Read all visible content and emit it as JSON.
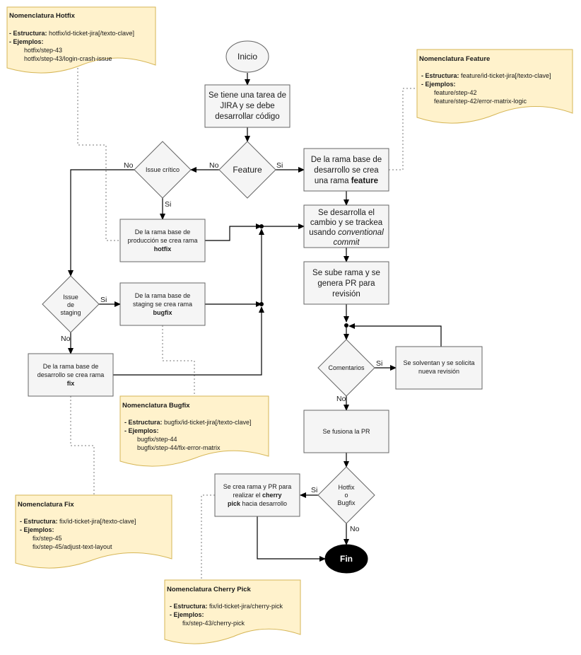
{
  "nodes": {
    "inicio": "Inicio",
    "tarea_jira": [
      "Se tiene una tarea de",
      "JIRA y se debe",
      "desarrollar código"
    ],
    "feature_decision": "Feature",
    "issue_critico": "Issue crítico",
    "rama_feature": [
      "De la rama base de",
      "desarrollo se crea",
      "una rama ",
      "feature"
    ],
    "rama_hotfix": [
      "De la rama base de",
      "producción se crea rama",
      "hotfix"
    ],
    "desarrolla_cambio": [
      "Se desarrolla el",
      "cambio y se trackea",
      "usando ",
      "conventional",
      "commit"
    ],
    "sube_rama": [
      "Se sube rama y se",
      "genera PR para",
      "revisión"
    ],
    "issue_staging": [
      "Issue",
      "de",
      "staging"
    ],
    "rama_bugfix": [
      "De la rama base de",
      "staging se crea rama",
      "bugfix"
    ],
    "rama_fix": [
      "De la rama base de",
      "desarrollo se crea rama",
      "fix"
    ],
    "comentarios": "Comentarios",
    "solventan": [
      "Se solventan y se solicita",
      "nueva revisión"
    ],
    "fusiona": "Se fusiona la PR",
    "hotfix_bugfix": [
      "Hotfix",
      "o",
      "Bugfix"
    ],
    "cherry_pick_step": [
      "Se crea rama y PR para",
      "realizar el ",
      "cherry",
      "pick",
      " hacia desarrollo"
    ],
    "fin": "Fin"
  },
  "edge_labels": {
    "feature_no": "No",
    "feature_si": "Si",
    "issue_no": "No",
    "issue_si": "Si",
    "staging_si": "Si",
    "staging_no": "No",
    "comentarios_si": "Si",
    "comentarios_no": "No",
    "hotfix_si": "Si",
    "hotfix_no": "No"
  },
  "notes": {
    "hotfix": {
      "title": "Nomenclatura Hotfix",
      "estructura_label": "- Estructura:",
      "estructura_value": " hotfix/id-ticket-jira[/texto-clave]",
      "ejemplos_label": "- Ejemplos:",
      "examples": [
        "hotfix/step-43",
        "hotfix/step-43/login-crash-issue"
      ]
    },
    "feature": {
      "title": "Nomenclatura Feature",
      "estructura_label": "- Estructura:",
      "estructura_value": " feature/id-ticket-jira[/texto-clave]",
      "ejemplos_label": "- Ejemplos:",
      "examples": [
        "feature/step-42",
        "feature/step-42/error-matrix-logic"
      ]
    },
    "bugfix": {
      "title": "Nomenclatura Bugfix",
      "estructura_label": "- Estructura:",
      "estructura_value": " bugfix/id-ticket-jira[/texto-clave]",
      "ejemplos_label": "- Ejemplos:",
      "examples": [
        "bugfix/step-44",
        "bugfix/step-44/fix-error-matrix"
      ]
    },
    "fix": {
      "title": "Nomenclatura Fix",
      "estructura_label": "- Estructura:",
      "estructura_value": " fix/id-ticket-jira[/texto-clave]",
      "ejemplos_label": "- Ejemplos:",
      "examples": [
        "fix/step-45",
        "fix/step-45/adjust-text-layout"
      ]
    },
    "cherry_pick": {
      "title": "Nomenclatura Cherry Pick",
      "estructura_label": "- Estructura:",
      "estructura_value": " fix/id-ticket-jira/cherry-pick",
      "ejemplos_label": "- Ejemplos:",
      "examples": [
        "fix/step-43/cherry-pick"
      ]
    }
  },
  "colors": {
    "process_fill": "#f5f5f5",
    "process_stroke": "#666666",
    "note_fill": "#fff2cc",
    "note_stroke": "#d6b656",
    "end_fill": "#000000",
    "end_text": "#ffffff"
  }
}
